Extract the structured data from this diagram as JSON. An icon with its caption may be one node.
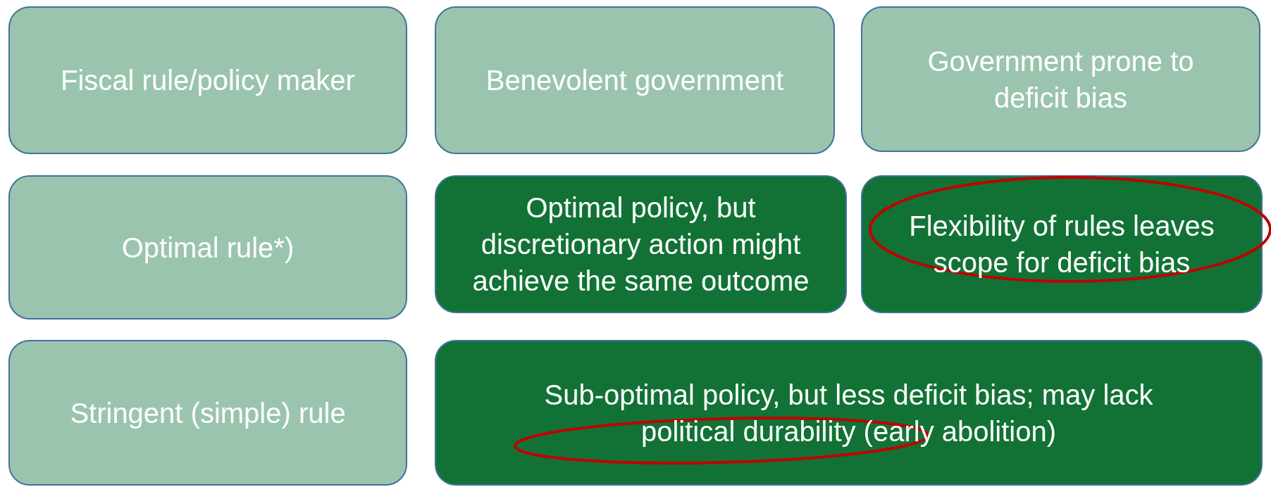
{
  "diagram": {
    "nodes": [
      {
        "text": [
          "Fiscal rule/policy maker"
        ]
      },
      {
        "text": [
          "Benevolent government"
        ]
      },
      {
        "text": [
          "Government prone to deficit bias"
        ]
      },
      {
        "text": [
          "Optimal rule*)"
        ]
      },
      {
        "text": [
          "Optimal policy, but discretionary action might achieve the same outcome"
        ]
      },
      {
        "text": [
          "Flexibility of rules leaves scope for deficit bias"
        ]
      },
      {
        "text": [
          "Stringent (simple) rule"
        ]
      },
      {
        "text": [
          "Sub-optimal policy, but less deficit bias; may lack political durability (early abolition)"
        ]
      }
    ]
  }
}
